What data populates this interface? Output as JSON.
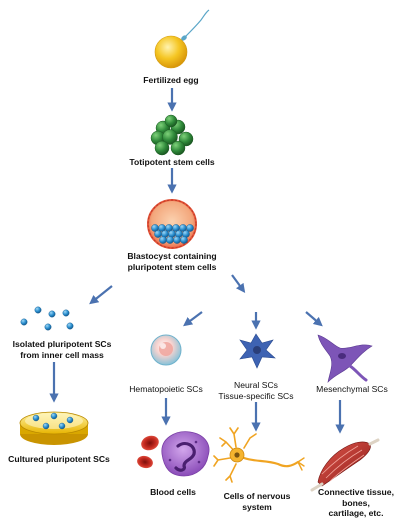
{
  "nodes": {
    "egg": {
      "label": "Fertilized egg"
    },
    "totipotent": {
      "label": "Totipotent stem cells"
    },
    "blastocyst": {
      "line1": "Blastocyst containing",
      "line2": "pluripotent stem cells"
    },
    "isolated": {
      "line1": "Isolated pluripotent SCs",
      "line2": "from inner cell mass"
    },
    "cultured": {
      "label": "Cultured pluripotent SCs"
    },
    "hematopoietic": {
      "label": "Hematopoietic SCs"
    },
    "neural": {
      "line1": "Neural SCs",
      "line2": "Tissue-specific SCs"
    },
    "mesenchymal": {
      "label": "Mesenchymal SCs"
    },
    "blood": {
      "label": "Blood cells"
    },
    "nervous": {
      "line1": "Cells of nervous",
      "line2": "system"
    },
    "connective": {
      "line1": "Connective tissue,",
      "line2": "bones,",
      "line3": "cartilage, etc."
    }
  },
  "colors": {
    "arrow": "#4b72b0",
    "egg": "#f2c21b",
    "sperm": "#5aa6c8",
    "totipotent": "#2f8a3a",
    "blastocyst_outer": "#e6553a",
    "blastocyst_inner": "#f3a77c",
    "blastocyst_cells": "#2a8fd0",
    "isolated_cells": "#2a8fd0",
    "dish": "#f3c400",
    "hematopoietic": "#f1b3ad",
    "neural": "#3e63b3",
    "mesenchymal": "#7d55b7",
    "rbc": "#cc2b22",
    "white_cell": "#9c63c8",
    "neuron": "#f0a422",
    "muscle": "#b02a26"
  }
}
